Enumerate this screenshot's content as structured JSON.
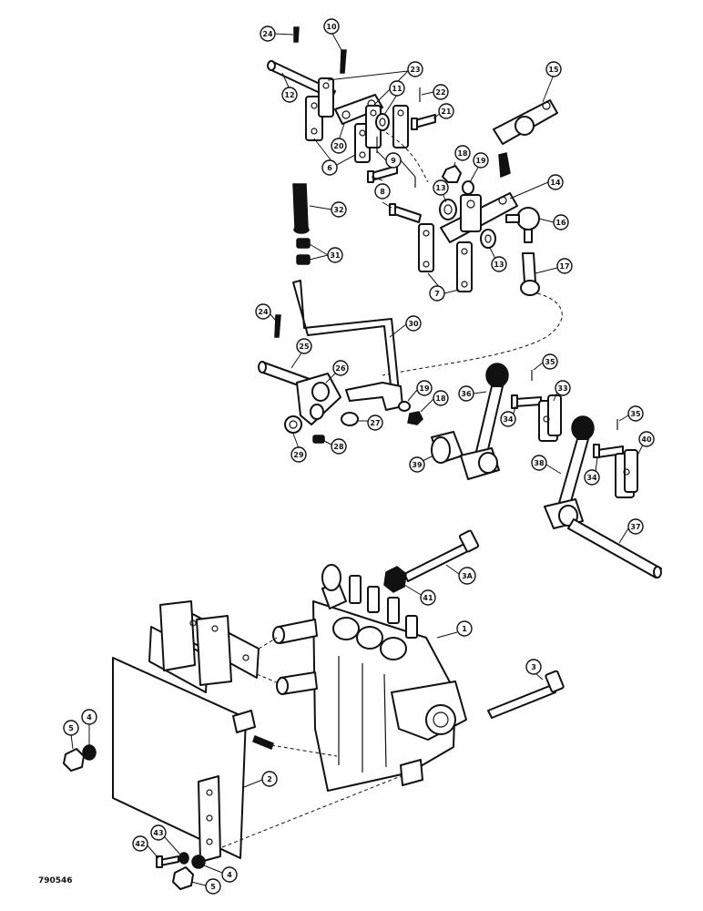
{
  "figure_id": "790546",
  "callouts": [
    {
      "label": "24"
    },
    {
      "label": "10"
    },
    {
      "label": "23"
    },
    {
      "label": "15"
    },
    {
      "label": "12"
    },
    {
      "label": "11"
    },
    {
      "label": "22"
    },
    {
      "label": "21"
    },
    {
      "label": "20"
    },
    {
      "label": "6"
    },
    {
      "label": "9"
    },
    {
      "label": "18"
    },
    {
      "label": "19"
    },
    {
      "label": "8"
    },
    {
      "label": "13"
    },
    {
      "label": "14"
    },
    {
      "label": "32"
    },
    {
      "label": "16"
    },
    {
      "label": "31"
    },
    {
      "label": "13"
    },
    {
      "label": "17"
    },
    {
      "label": "7"
    },
    {
      "label": "24"
    },
    {
      "label": "30"
    },
    {
      "label": "25"
    },
    {
      "label": "35"
    },
    {
      "label": "26"
    },
    {
      "label": "36"
    },
    {
      "label": "33"
    },
    {
      "label": "19"
    },
    {
      "label": "18"
    },
    {
      "label": "34"
    },
    {
      "label": "27"
    },
    {
      "label": "35"
    },
    {
      "label": "40"
    },
    {
      "label": "29"
    },
    {
      "label": "28"
    },
    {
      "label": "39"
    },
    {
      "label": "38"
    },
    {
      "label": "34"
    },
    {
      "label": "37"
    },
    {
      "label": "3A"
    },
    {
      "label": "41"
    },
    {
      "label": "1"
    },
    {
      "label": "3"
    },
    {
      "label": "4"
    },
    {
      "label": "5"
    },
    {
      "label": "2"
    },
    {
      "label": "42"
    },
    {
      "label": "43"
    },
    {
      "label": "4"
    },
    {
      "label": "5"
    }
  ]
}
